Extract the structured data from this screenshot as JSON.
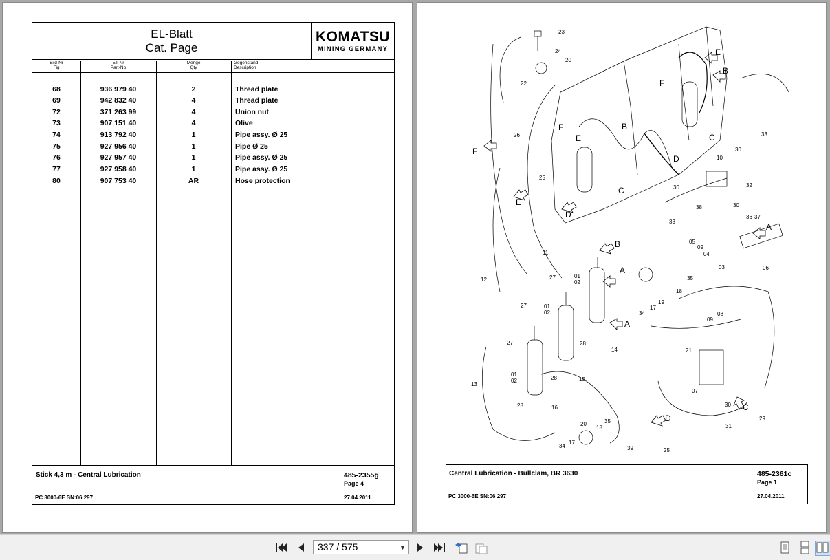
{
  "left_page": {
    "title_line1": "EL-Blatt",
    "title_line2": "Cat. Page",
    "logo_word": "KOMATSU",
    "logo_sub": "MINING GERMANY",
    "col_fig": [
      "Bild-Nr",
      "Fig"
    ],
    "col_part": [
      "ET-Nr",
      "Part-No"
    ],
    "col_qty": [
      "Menge",
      "Qty"
    ],
    "col_desc": [
      "Gegenstand",
      "Description"
    ],
    "rows": [
      {
        "fig": "68",
        "part": "936 979 40",
        "qty": "2",
        "desc": "Thread plate"
      },
      {
        "fig": "69",
        "part": "942 832 40",
        "qty": "4",
        "desc": "Thread plate"
      },
      {
        "fig": "72",
        "part": "371 263 99",
        "qty": "4",
        "desc": "Union nut"
      },
      {
        "fig": "73",
        "part": "907 151 40",
        "qty": "4",
        "desc": "Olive"
      },
      {
        "fig": "74",
        "part": "913 792 40",
        "qty": "1",
        "desc": "Pipe assy. Ø 25"
      },
      {
        "fig": "75",
        "part": "927 956 40",
        "qty": "1",
        "desc": "Pipe Ø 25"
      },
      {
        "fig": "76",
        "part": "927 957 40",
        "qty": "1",
        "desc": "Pipe assy. Ø 25"
      },
      {
        "fig": "77",
        "part": "927 958 40",
        "qty": "1",
        "desc": "Pipe assy. Ø 25"
      },
      {
        "fig": "80",
        "part": "907 753 40",
        "qty": "AR",
        "desc": "Hose protection"
      }
    ],
    "footer_title": "Stick 4,3 m - Central Lubrication",
    "footer_number": "485-2355g",
    "footer_page": "Page 4",
    "footer_model": "PC 3000-6E SN:06 297",
    "footer_date": "27.04.2011"
  },
  "right_page": {
    "callouts": [
      "01",
      "02",
      "03",
      "04",
      "05",
      "06",
      "07",
      "08",
      "09",
      "10",
      "11",
      "12",
      "13",
      "14",
      "15",
      "16",
      "17",
      "18",
      "19",
      "20",
      "21",
      "22",
      "23",
      "24",
      "25",
      "26",
      "27",
      "28",
      "29",
      "30",
      "31",
      "32",
      "33",
      "34",
      "35",
      "36",
      "37",
      "38",
      "39"
    ],
    "view_letters": [
      "A",
      "B",
      "C",
      "D",
      "E",
      "F"
    ],
    "footer_title": "Central Lubrication - Bullclam, BR 3630",
    "footer_number": "485-2361c",
    "footer_page": "Page 1",
    "footer_model": "PC 3000-6E SN:06 297",
    "footer_date": "27.04.2011"
  },
  "toolbar": {
    "page_indicator": "337 / 575",
    "icons": [
      "first-page-icon",
      "previous-page-icon",
      "next-page-icon",
      "last-page-icon",
      "back-view-icon",
      "forward-view-icon",
      "single-page-view-icon",
      "continuous-view-icon",
      "two-page-view-icon"
    ]
  }
}
